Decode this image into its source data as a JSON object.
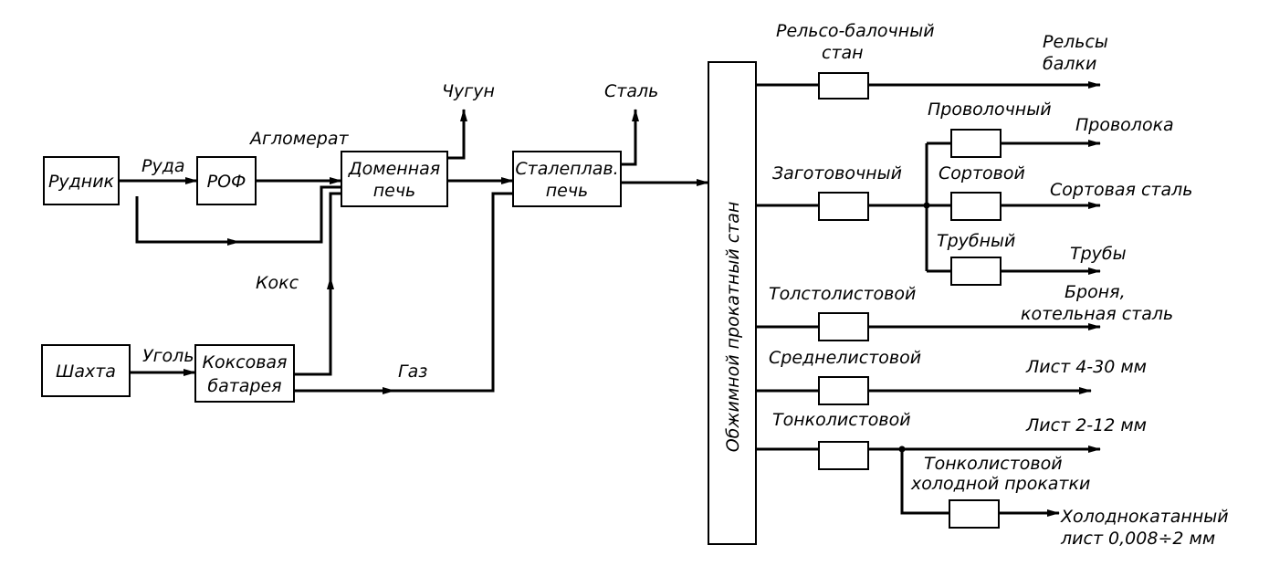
{
  "blocks": {
    "mine": "Рудник",
    "rof": "РОФ",
    "blast_furnace": [
      "Доменная",
      "печь"
    ],
    "steel_furnace": [
      "Сталеплав.",
      "печь"
    ],
    "shaft": "Шахта",
    "coke_battery": [
      "Коксовая",
      "батарея"
    ],
    "blooming_mill": "Обжимной прокатный стан"
  },
  "flows": {
    "ore": "Руда",
    "agglomerate": "Агломерат",
    "pig_iron": "Чугун",
    "steel": "Сталь",
    "coke": "Кокс",
    "coal": "Уголь",
    "gas": "Газ"
  },
  "mills": {
    "rail_beam": [
      "Рельсо-балочный",
      "стан"
    ],
    "wire": "Проволочный",
    "billet": "Заготовочный",
    "section": "Сортовой",
    "tube": "Трубный",
    "heavy_plate": "Толстолистовой",
    "medium_plate": "Среднелистовой",
    "thin_sheet": "Тонколистовой",
    "cold_rolling": [
      "Тонколистовой",
      "холодной прокатки"
    ]
  },
  "products": {
    "rails": [
      "Рельсы",
      "балки"
    ],
    "wire": "Проволока",
    "section_steel": "Сортовая сталь",
    "tubes": "Трубы",
    "armor": [
      "Броня,",
      "котельная сталь"
    ],
    "sheet_4_30": "Лист 4-30 мм",
    "sheet_2_12": "Лист 2-12 мм",
    "cold_sheet": [
      "Холоднокатанный",
      "лист 0,008÷2 мм"
    ]
  }
}
